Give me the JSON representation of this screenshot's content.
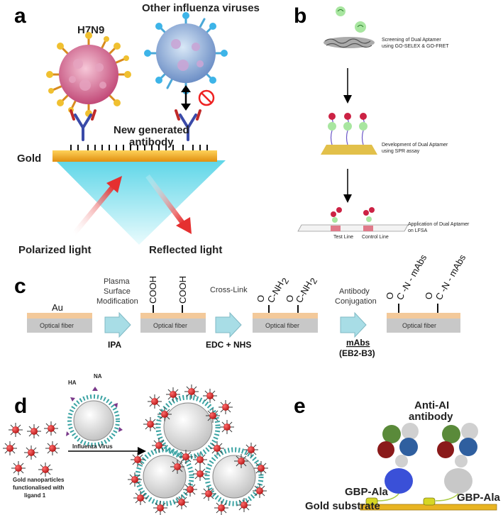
{
  "panel_a": {
    "label": "a",
    "virus1": "H7N9",
    "virus2": "Other influenza viruses",
    "antibody": "New generated antibody",
    "antibody_l1": "New generated",
    "antibody_l2": "antibody",
    "gold": "Gold",
    "polarized": "Polarized light",
    "reflected": "Reflected light"
  },
  "panel_b": {
    "label": "b",
    "step1_l1": "Screening of Dual Aptamer",
    "step1_l2": "using GO-SELEX & GO-FRET",
    "step2_l1": "Development of Dual Aptamer",
    "step2_l2": "using SPR assay",
    "step3_l1": "Application of Dual Aptamer",
    "step3_l2": "on LFSA",
    "test_line": "Test Line",
    "control_line": "Control Line"
  },
  "panel_c": {
    "label": "c",
    "au": "Au",
    "fiber": "Optical fiber",
    "step1_l1": "Plasma",
    "step1_l2": "Surface",
    "step1_l3": "Modification",
    "ipa": "IPA",
    "cooh": "COOH",
    "step2": "Cross-Link",
    "edc": "EDC + NHS",
    "conh2": "C-NH",
    "sub2": "2",
    "o": "O",
    "step3_l1": "Antibody",
    "step3_l2": "Conjugation",
    "mabs": "mAbs",
    "eb": "(EB2-B3)",
    "cn_mabs": "C -N - mAbs"
  },
  "panel_d": {
    "label": "d",
    "ha": "HA",
    "na": "NA",
    "virus": "Influenza Virus",
    "np_l1": "Gold nanoparticles",
    "np_l2": "functionalised with",
    "np_l3": "ligand 1"
  },
  "panel_e": {
    "label": "e",
    "anti_l1": "Anti-AI",
    "anti_l2": "antibody",
    "gbp": "GBP-Ala",
    "substrate": "Gold substrate"
  },
  "colors": {
    "gold": "#f2b233",
    "prism": "#7fe0ee",
    "arrow_red": "#e53030",
    "fiber_gray": "#c8c8c8",
    "au_layer": "#f3c99a",
    "step_arrow": "#a8dde6",
    "np_red": "#dd2222"
  }
}
